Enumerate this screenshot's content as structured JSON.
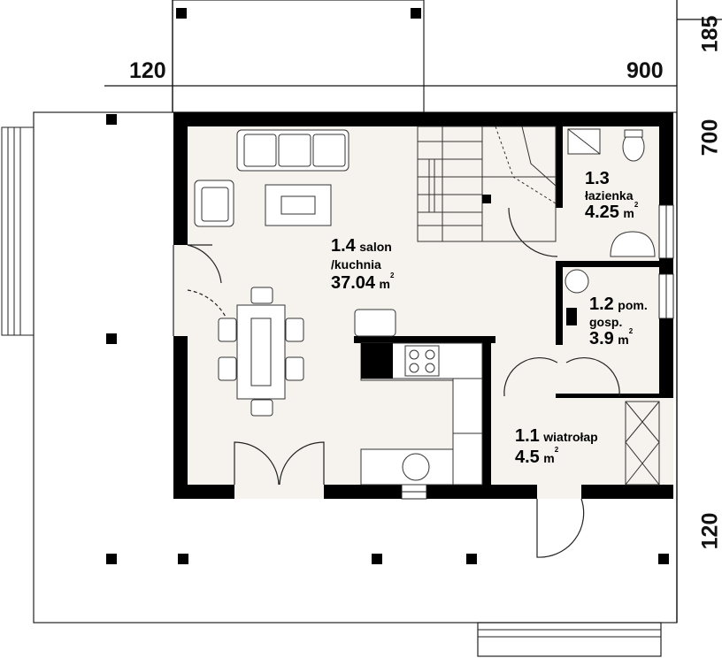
{
  "dimensions": {
    "left_top": "120",
    "right_top": "900",
    "right_185": "185",
    "right_700": "700",
    "right_120": "120"
  },
  "rooms": [
    {
      "number": "1.4",
      "name_line1": "salon",
      "name_line2": "/kuchnia",
      "area": "37.04",
      "unit": "m",
      "sup": "2"
    },
    {
      "number": "1.3",
      "name_line1": "łazienka",
      "area": "4.25",
      "unit": "m",
      "sup": "2"
    },
    {
      "number": "1.2",
      "name_line1": "pom.",
      "name_line2": "gosp.",
      "area": "3.9",
      "unit": "m",
      "sup": "2"
    },
    {
      "number": "1.1",
      "name_line1": "wiatrołap",
      "area": "4.5",
      "unit": "m",
      "sup": "2"
    }
  ],
  "colors": {
    "wall": "#000000",
    "floor": "#f6f3ee",
    "terrace": "#ffffff",
    "line": "#222222"
  }
}
